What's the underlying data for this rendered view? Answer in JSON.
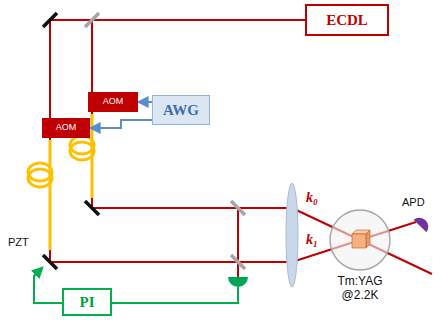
{
  "diagram": {
    "nodes": [
      {
        "text": [
          "ECDL"
        ]
      },
      {
        "text": [
          "AOM"
        ]
      },
      {
        "text": [
          "AOM"
        ]
      },
      {
        "text": [
          "AWG"
        ]
      },
      {
        "text": [
          "PI"
        ]
      }
    ],
    "edges": [
      {
        "from": 3,
        "to": 1,
        "arrow": "to"
      },
      {
        "from": 3,
        "to": 2,
        "arrow": "to"
      }
    ],
    "labels": [
      "PZT",
      "k₀",
      "k₁",
      "Tm:YAG @2.2K",
      "APD"
    ]
  }
}
